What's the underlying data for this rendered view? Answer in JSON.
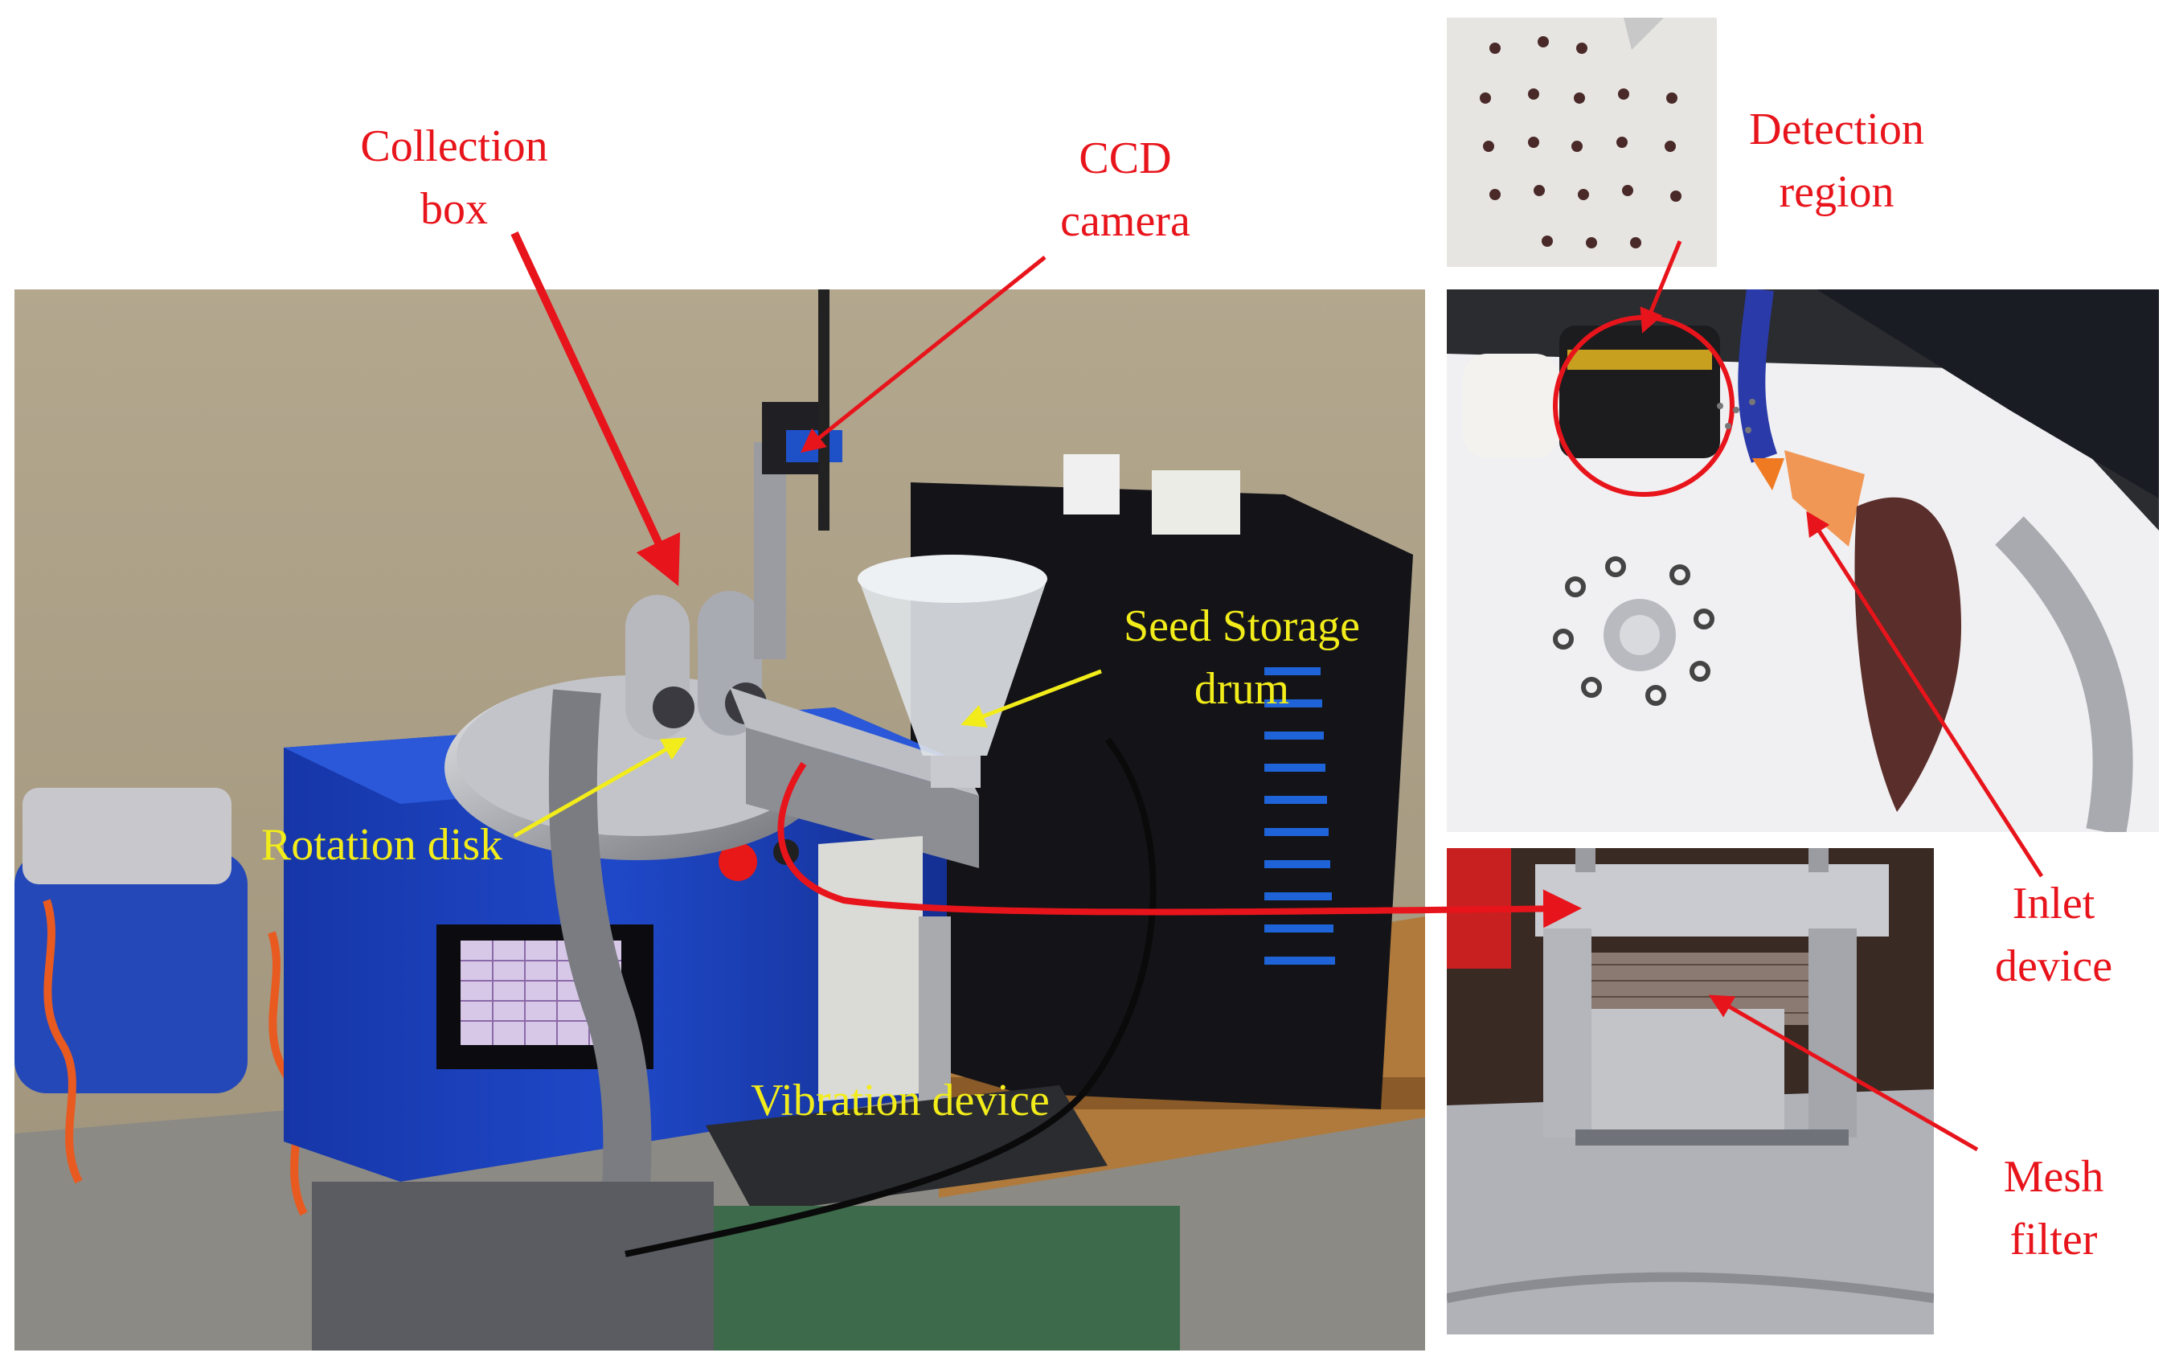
{
  "colors": {
    "annotation_red": "#e8141b",
    "annotation_yellow": "#f2ec1a"
  },
  "labels": {
    "collection_box": [
      "Collection",
      "box"
    ],
    "ccd_camera": [
      "CCD",
      "camera"
    ],
    "detection_region": [
      "Detection",
      "region"
    ],
    "seed_storage_drum": [
      "Seed Storage",
      "drum"
    ],
    "rotation_disk": "Rotation disk",
    "vibration_device": "Vibration device",
    "inlet_device": [
      "Inlet",
      "device"
    ],
    "mesh_filter": [
      "Mesh",
      "filter"
    ]
  }
}
